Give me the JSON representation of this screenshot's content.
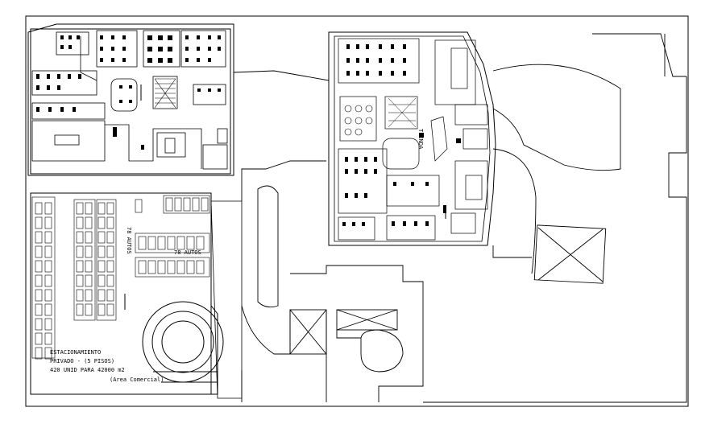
{
  "drawing": {
    "colors": {
      "line": "#000000",
      "background": "#ffffff"
    },
    "parking_note": {
      "line1": "ESTACIONAMIENTO",
      "line2": "PRIVADO - (5 PISOS)",
      "line3": "420 UNID PARA 42000 m2",
      "line4": "(Area Comercial)"
    },
    "autos_label_a": "78 AUTOS",
    "autos_label_b": "78 AUTOS",
    "tienda_label": "TIENDA"
  }
}
